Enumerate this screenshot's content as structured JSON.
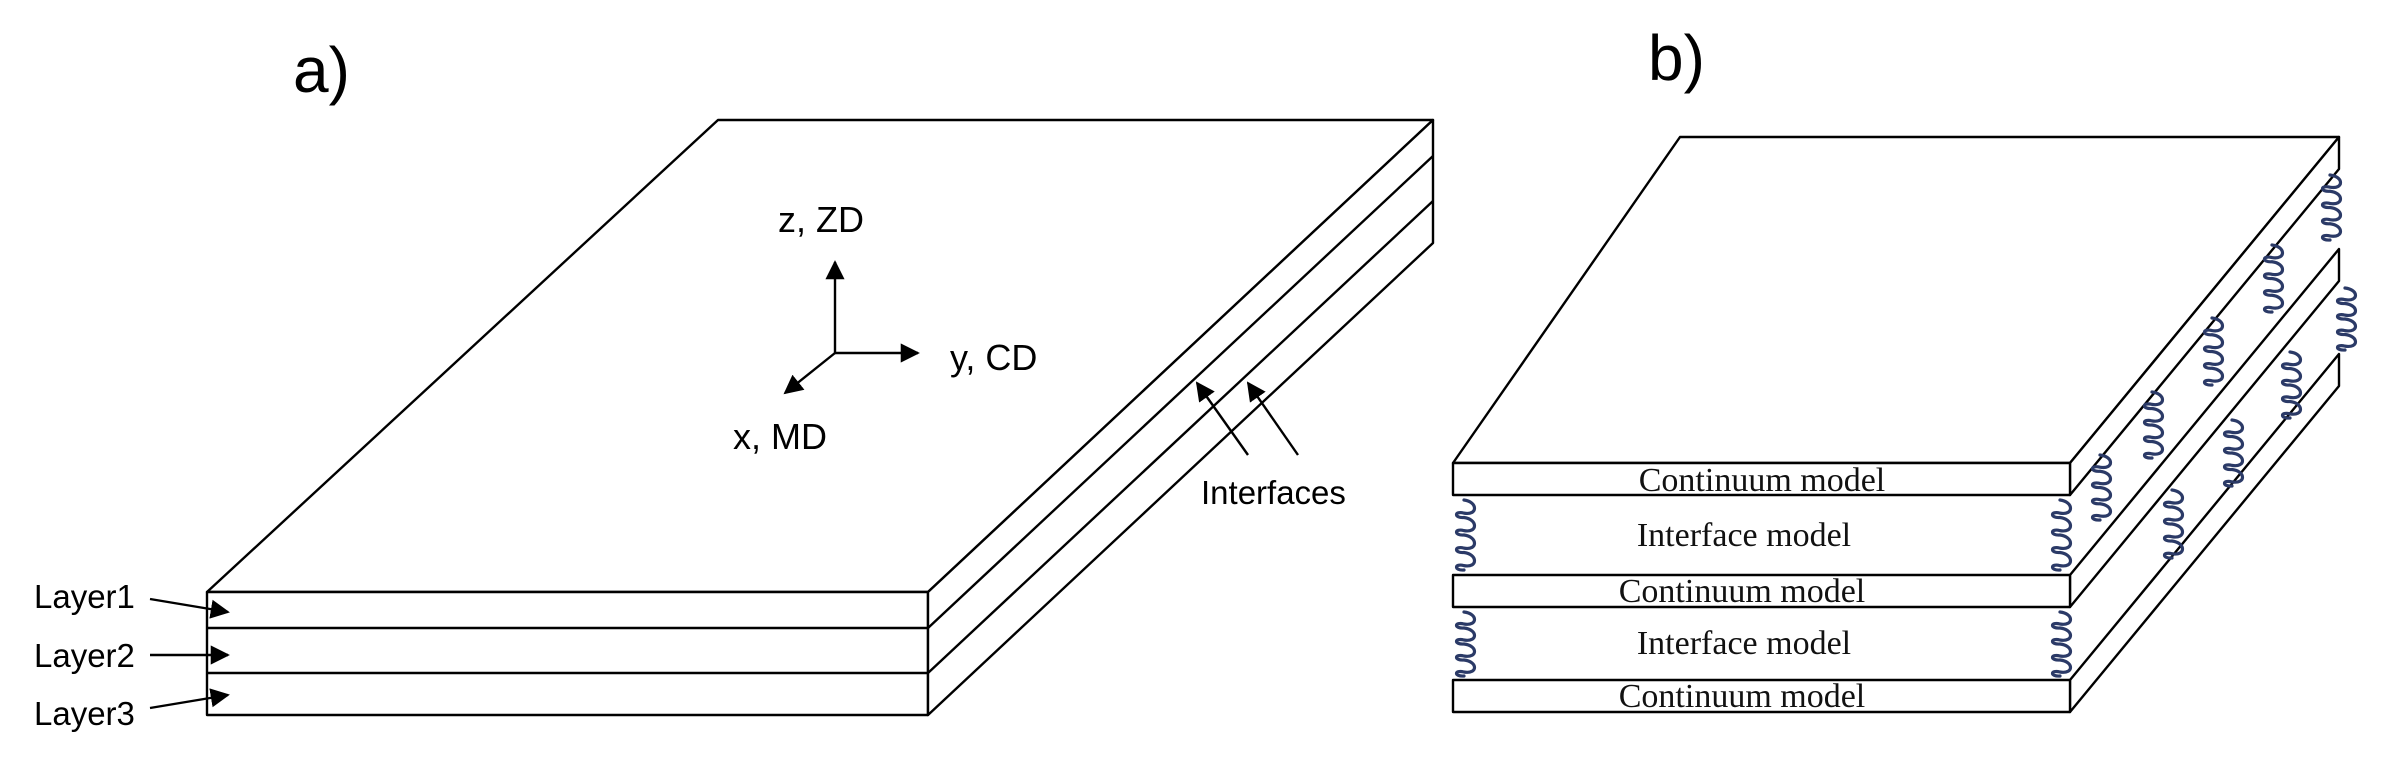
{
  "panel_a": {
    "label": "a)",
    "axes": {
      "z": "z, ZD",
      "y": "y, CD",
      "x": "x, MD"
    },
    "interfaces_label": "Interfaces",
    "layers": [
      "Layer1",
      "Layer2",
      "Layer3"
    ]
  },
  "panel_b": {
    "label": "b)",
    "bands": [
      "Continuum model",
      "Interface model",
      "Continuum model",
      "Interface model",
      "Continuum model"
    ]
  },
  "colors": {
    "line": "#000000",
    "spring": "#2b3a67",
    "background": "#ffffff"
  }
}
